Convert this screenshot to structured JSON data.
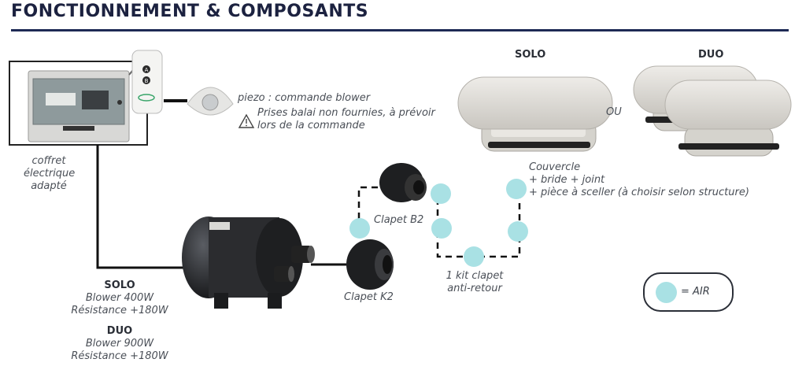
{
  "title": "FONCTIONNEMENT & COMPOSANTS",
  "colors": {
    "air": "#a9e1e4",
    "rule": "#1e2a55",
    "line": "#1a1a1a"
  },
  "labels": {
    "coffret": [
      "coffret",
      "électrique",
      "adapté"
    ],
    "piezo": "piezo : commande blower",
    "prises": [
      "Prises balai non fournies, à prévoir",
      "lors de la commande"
    ],
    "solo_top": "SOLO",
    "duo_top": "DUO",
    "ou": "OU",
    "couvercle": [
      "Couvercle",
      "+ bride + joint",
      "+ pièce à sceller (à choisir selon structure)"
    ],
    "clapet_b2": "Clapet B2",
    "clapet_k2": "Clapet K2",
    "kit": [
      "1 kit clapet",
      "anti-retour"
    ],
    "solo_blower": {
      "heading": "SOLO",
      "line1": "Blower 400W",
      "line2": "Résistance +180W"
    },
    "duo_blower": {
      "heading": "DUO",
      "line1": "Blower 900W",
      "line2": "Résistance +180W"
    },
    "legend": "= AIR"
  },
  "icons": {
    "warning": "warning-triangle-icon"
  },
  "remote_button_letters": [
    "A",
    "B"
  ]
}
